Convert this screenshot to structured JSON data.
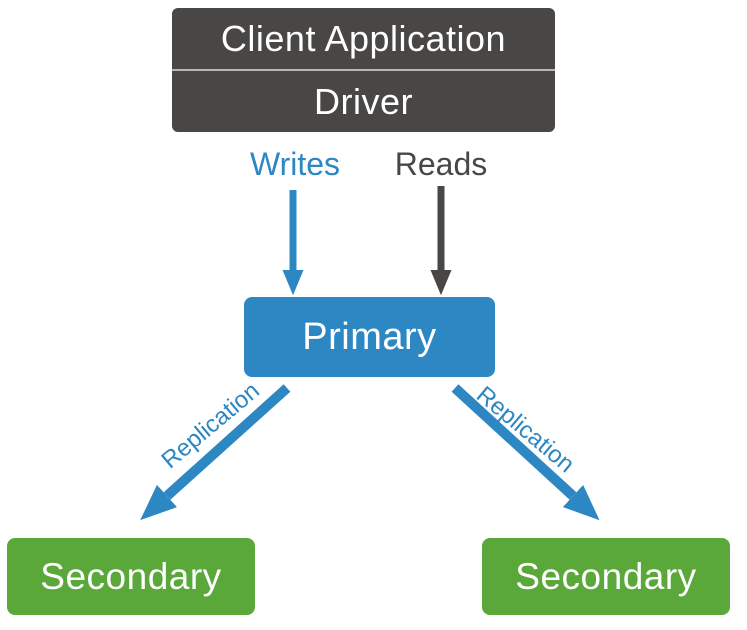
{
  "client_box": {
    "app_label": "Client Application",
    "driver_label": "Driver"
  },
  "flow_labels": {
    "writes": "Writes",
    "reads": "Reads"
  },
  "nodes": {
    "primary": "Primary",
    "secondary_left": "Secondary",
    "secondary_right": "Secondary"
  },
  "replication": {
    "left": "Replication",
    "right": "Replication"
  },
  "colors": {
    "dark_gray": "#494745",
    "blue": "#2d87c3",
    "green": "#5aa839",
    "separator": "#b9b7b4",
    "background": "#ffffff",
    "node_text": "#ffffff"
  }
}
